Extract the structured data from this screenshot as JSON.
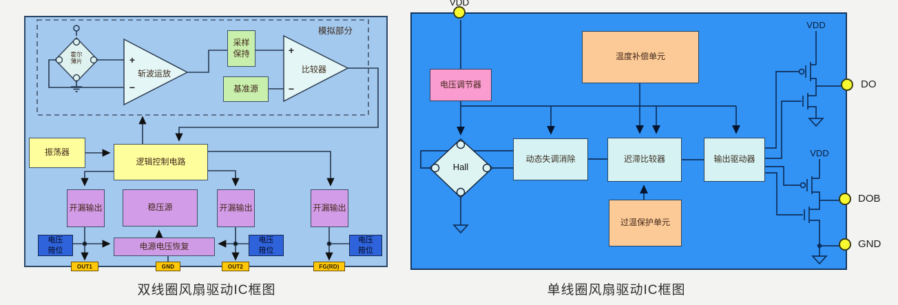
{
  "left": {
    "caption": "双线圈风扇驱动IC框图",
    "analog_label": "模拟部分",
    "hall": "霍尔\n薄片",
    "chopper": "斩波运放",
    "sample_hold": "采样\n保持",
    "reference": "基准源",
    "comparator": "比较器",
    "oscillator": "振荡器",
    "logic": "逻辑控制电路",
    "open_drain": "开漏输出",
    "regulator": "稳压源",
    "recovery": "电源电压恢复",
    "clamp": "电压\n箝位",
    "plus": "+",
    "minus": "−",
    "pins": {
      "out1": "OUT1",
      "gnd": "GND",
      "out2": "OUT2",
      "fg": "FG(RD)"
    }
  },
  "right": {
    "caption": "单线圈风扇驱动IC框图",
    "vdd": "VDD",
    "regulator": "电压调节器",
    "temp_comp": "温度补偿单元",
    "hall": "Hall",
    "offset_cancel": "动态失调消除",
    "hysteresis": "迟滞比较器",
    "driver": "输出驱动器",
    "otp": "过温保护单元",
    "pins": {
      "do": "DO",
      "dob": "DOB",
      "gnd": "GND"
    }
  },
  "colors": {
    "left_panel_bg": "#a4c9ef",
    "right_panel_bg": "#3293f5",
    "green_box": "#c8efac",
    "yellow_box": "#feff9c",
    "purple_box": "#d39ce8",
    "clamp_blue": "#2f63db",
    "pin_tag": "#ffc90a",
    "pink_box": "#fa9ccf",
    "orange_box": "#fbca96",
    "cyan_box": "#d6f2f2",
    "pin_circle": "#f8f830"
  }
}
